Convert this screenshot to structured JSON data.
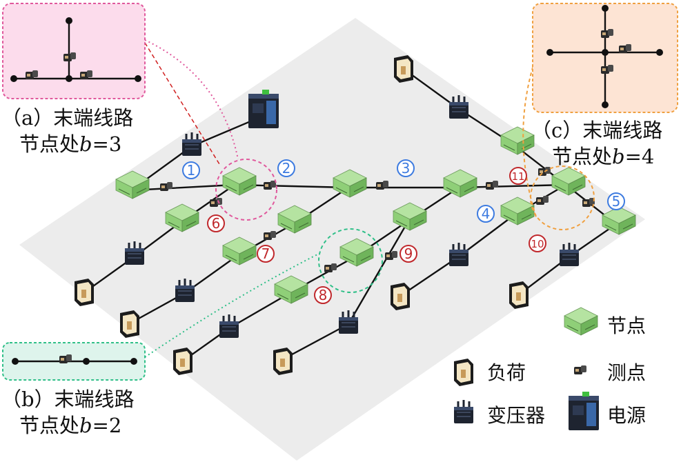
{
  "figure": {
    "caption_a": {
      "line1": "（a）末端线路",
      "line2_prefix": "节点处",
      "var": "b",
      "line2_suffix": "=3"
    },
    "caption_b": {
      "line1": "（b）末端线路",
      "line2_prefix": "节点处",
      "var": "b",
      "line2_suffix": "=2"
    },
    "caption_c": {
      "line1": "（c）末端线路",
      "line2_prefix": "节点处",
      "var": "b",
      "line2_suffix": "=4"
    }
  },
  "legend": {
    "node": "节点",
    "load": "负荷",
    "meter": "测点",
    "transformer": "变压器",
    "source": "电源"
  },
  "labels": {
    "n1": "1",
    "n2": "2",
    "n3": "3",
    "n4": "4",
    "n5": "5",
    "n6": "6",
    "n7": "7",
    "n8": "8",
    "n9": "9",
    "n10": "10",
    "n11": "11"
  },
  "colors": {
    "node_green": "#8fcf78",
    "inset_a_bg": "#fcdcec",
    "inset_a_border": "#e0589c",
    "inset_b_bg": "#def4ec",
    "inset_b_border": "#2fbf88",
    "inset_c_bg": "#fde4d4",
    "inset_c_border": "#f0a040",
    "plane": "#ececec",
    "blue_label": "#3d7be0",
    "red_label": "#c0282c"
  }
}
